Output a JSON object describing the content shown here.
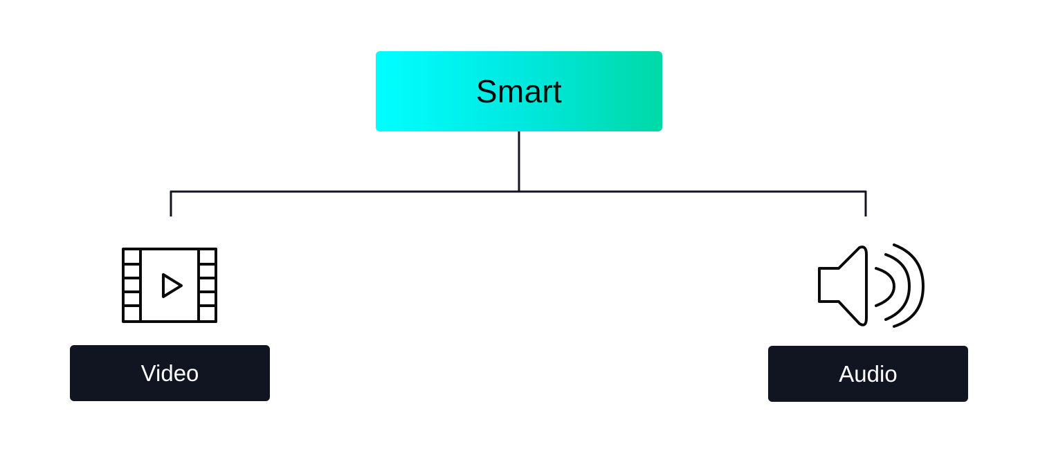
{
  "diagram": {
    "root": {
      "label": "Smart"
    },
    "children": [
      {
        "label": "Video",
        "icon": "film-play-icon"
      },
      {
        "label": "Audio",
        "icon": "speaker-icon"
      }
    ],
    "colors": {
      "root_gradient_start": "#00ffff",
      "root_gradient_end": "#00d9a6",
      "leaf_background": "#111522",
      "leaf_text": "#ffffff",
      "connector": "#111522"
    }
  }
}
